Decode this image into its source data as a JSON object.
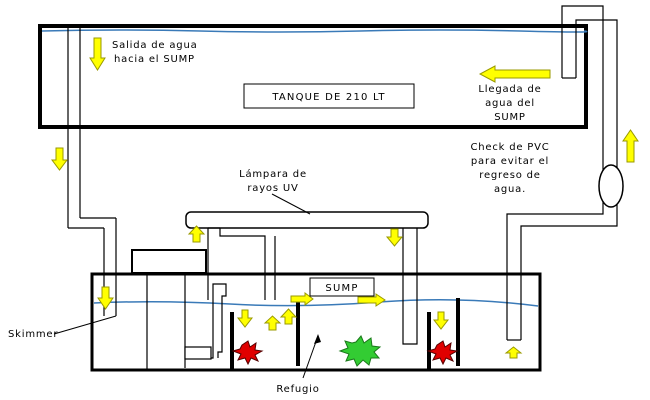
{
  "labels": {
    "salida_1": "Salida de agua",
    "salida_2": "hacia el SUMP",
    "tanque": "TANQUE DE 210 LT",
    "llegada_1": "Llegada de",
    "llegada_2": "agua del",
    "llegada_3": "SUMP",
    "check_1": "Check de PVC",
    "check_2": "para evitar el",
    "check_3": "regreso de",
    "check_4": "agua.",
    "lampara_1": "Lámpara de",
    "lampara_2": "rayos UV",
    "sump": "SUMP",
    "skimmer": "Skimmer",
    "refugio": "Refugio"
  },
  "colors": {
    "water": "#3a7ab8",
    "arrow_fill": "#ffff00",
    "arrow_stroke": "#9a9a00",
    "pipe": "#000000",
    "coral": "#e00000",
    "algae": "#33cc33"
  }
}
